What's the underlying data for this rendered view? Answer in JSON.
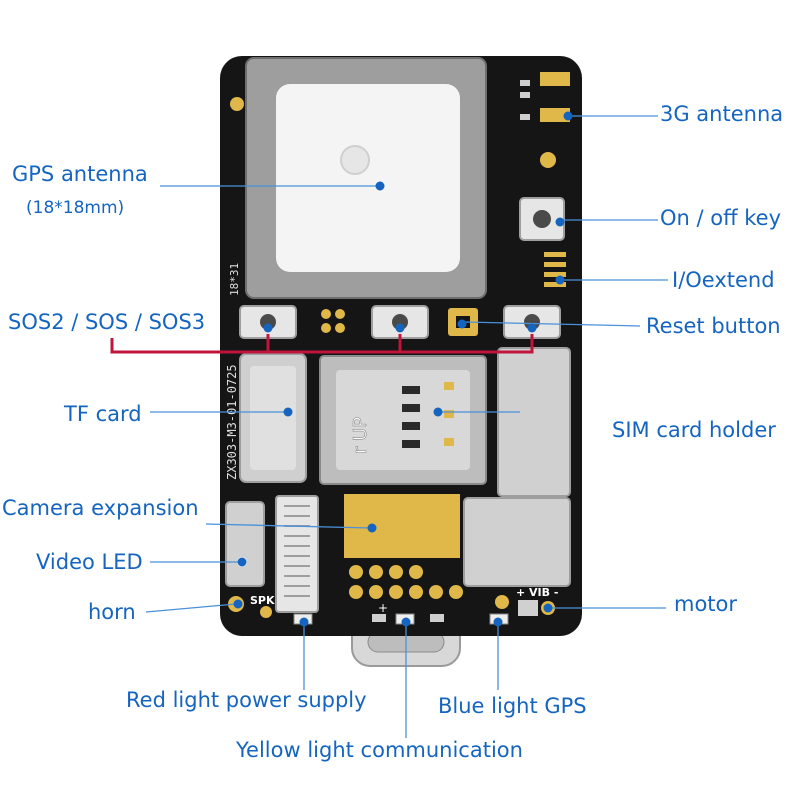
{
  "colors": {
    "label": "#1565c0",
    "leader": "#4a90d9",
    "bracket": "#c0143c",
    "pcb": "#151515",
    "gold": "#e0b84a"
  },
  "labels": {
    "gps_antenna": "GPS antenna",
    "gps_size": "(18*18mm)",
    "sos": "SOS2 / SOS / SOS3",
    "tf_card": "TF card",
    "camera_expansion": "Camera expansion",
    "video_led": "Video LED",
    "horn": "horn",
    "antenna_3g": "3G antenna",
    "on_off_key": "On / off key",
    "io_extend": "I/Oextend",
    "reset_button": "Reset button",
    "sim_holder": "SIM card holder",
    "motor": "motor",
    "red_light": "Red light power supply",
    "blue_light": "Blue light GPS",
    "yellow_light": "Yellow light communication"
  },
  "board": {
    "silk_model": "ZX303-M3-01-0725",
    "silk_spk": "SPK",
    "silk_vib": "+ VIB -",
    "silk_gps": "18*31",
    "silk_plus": "+",
    "sim_mark": "r UP"
  }
}
